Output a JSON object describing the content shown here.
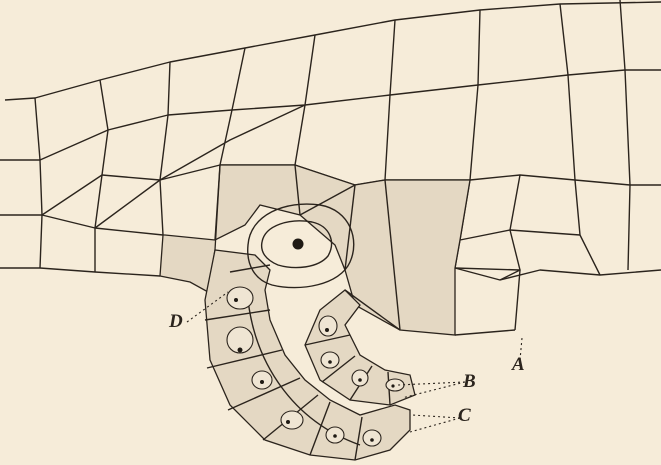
{
  "figure": {
    "labels": {
      "a": "A",
      "b": "B",
      "c": "C",
      "d": "D"
    }
  },
  "colors": {
    "paper": "#f6ecd9",
    "ink": "#2b241d",
    "stippled_cell": "#e4d8c3"
  }
}
